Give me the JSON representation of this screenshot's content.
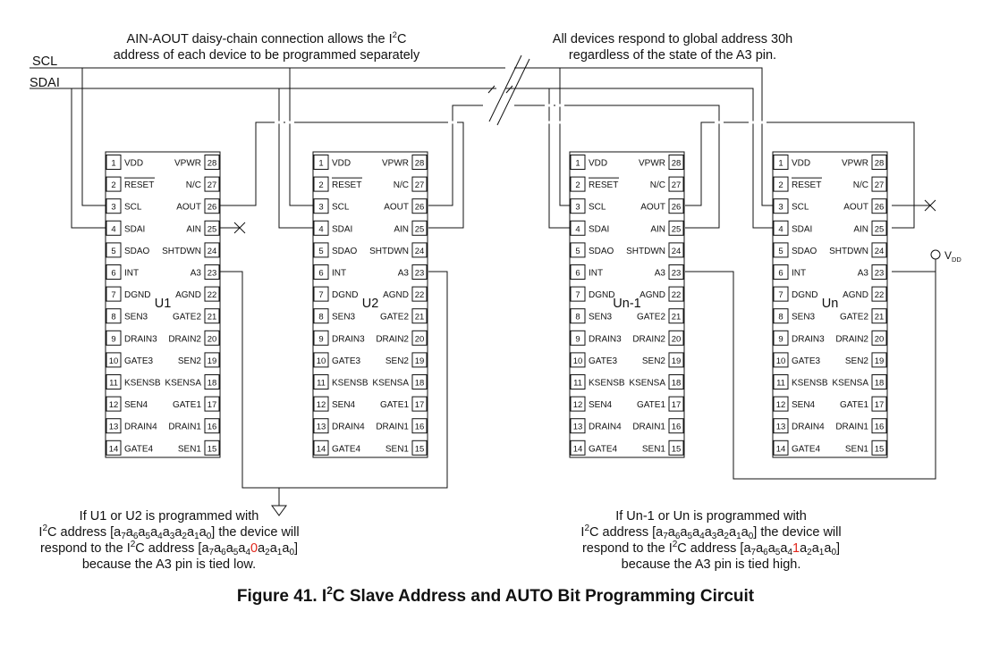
{
  "signals": {
    "scl": "SCL",
    "sdai": "SDAI",
    "vdd": "V",
    "vdd_sub": "DD"
  },
  "annotations": {
    "left_line1": "AIN-AOUT daisy-chain connection allows the I",
    "left_line1_sup": "2",
    "left_line1_end": "C",
    "left_line2": "address of each device to be programmed separately",
    "right_line1": "All devices respond to global address 30h",
    "right_line2": "regardless of the state of the A3 pin."
  },
  "chips": [
    {
      "name": "U1"
    },
    {
      "name": "U2"
    },
    {
      "name": "Un-1"
    },
    {
      "name": "Un"
    }
  ],
  "pins_left": [
    {
      "num": "1",
      "label": "VDD"
    },
    {
      "num": "2",
      "label": "RESET"
    },
    {
      "num": "3",
      "label": "SCL"
    },
    {
      "num": "4",
      "label": "SDAI"
    },
    {
      "num": "5",
      "label": "SDAO"
    },
    {
      "num": "6",
      "label": "INT"
    },
    {
      "num": "7",
      "label": "DGND"
    },
    {
      "num": "8",
      "label": "SEN3"
    },
    {
      "num": "9",
      "label": "DRAIN3"
    },
    {
      "num": "10",
      "label": "GATE3"
    },
    {
      "num": "11",
      "label": "KSENSB"
    },
    {
      "num": "12",
      "label": "SEN4"
    },
    {
      "num": "13",
      "label": "DRAIN4"
    },
    {
      "num": "14",
      "label": "GATE4"
    }
  ],
  "pins_right": [
    {
      "num": "28",
      "label": "VPWR"
    },
    {
      "num": "27",
      "label": "N/C"
    },
    {
      "num": "26",
      "label": "AOUT"
    },
    {
      "num": "25",
      "label": "AIN"
    },
    {
      "num": "24",
      "label": "SHTDWN"
    },
    {
      "num": "23",
      "label": "A3"
    },
    {
      "num": "22",
      "label": "AGND"
    },
    {
      "num": "21",
      "label": "GATE2"
    },
    {
      "num": "20",
      "label": "DRAIN2"
    },
    {
      "num": "19",
      "label": "SEN2"
    },
    {
      "num": "18",
      "label": "KSENSA"
    },
    {
      "num": "17",
      "label": "GATE1"
    },
    {
      "num": "16",
      "label": "DRAIN1"
    },
    {
      "num": "15",
      "label": "SEN1"
    }
  ],
  "notes": {
    "left": {
      "l1": "If U1 or U2 is programmed with",
      "l2_pre": "I",
      "l2_sup": "2",
      "l2_mid": "C address [a",
      "l2_addr": [
        "7",
        "6",
        "5",
        "4",
        "3",
        "2",
        "1",
        "0"
      ],
      "l2_post": "] the device will",
      "l3_pre": "respond to the I",
      "l3_sup": "2",
      "l3_mid": "C address [a",
      "l3_bit": "0",
      "l3_post": "]",
      "l4": "because the A3 pin is tied low."
    },
    "right": {
      "l1": "If Un-1 or Un is programmed with",
      "l2_pre": "I",
      "l2_sup": "2",
      "l2_mid": "C address [a",
      "l2_post": "] the device will",
      "l3_pre": "respond to the I",
      "l3_sup": "2",
      "l3_mid": "C address [a",
      "l3_bit": "1",
      "l3_post": "]",
      "l4": "because the A3 pin is tied high."
    },
    "a": "a"
  },
  "caption": {
    "prefix": "Figure 41.  I",
    "sup": "2",
    "rest": "C Slave Address and AUTO Bit Programming Circuit"
  },
  "colors": {
    "line": "#111111",
    "highlight": "#e0261b"
  }
}
